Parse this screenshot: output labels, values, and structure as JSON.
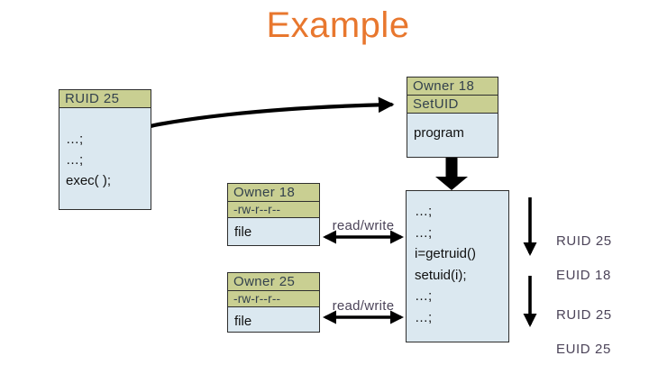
{
  "title": "Example",
  "colors": {
    "accent_orange": "#e8772e",
    "box_header_olive": "#c9cf92",
    "box_body_blue": "#dbe8f0",
    "box_border": "#2e2e2e",
    "header_text": "#33414d",
    "annotation_text": "#4c4459",
    "arrow_black": "#000000"
  },
  "process_box": {
    "header": "RUID 25",
    "lines": [
      "…;",
      "…;",
      "exec( );"
    ]
  },
  "program_box": {
    "owner": "Owner 18",
    "flag": "SetUID",
    "body": "program"
  },
  "file_box_1": {
    "owner": "Owner 18",
    "permissions": "-rw-r--r--",
    "name": "file"
  },
  "file_box_2": {
    "owner": "Owner 25",
    "permissions": "-rw-r--r--",
    "name": "file"
  },
  "code_box": {
    "lines": [
      "…;",
      "…;",
      "i=getruid()",
      "setuid(i);",
      "…;",
      "…;"
    ]
  },
  "arrow_labels": {
    "read_write_1": "read/write",
    "read_write_2": "read/write"
  },
  "state_labels": [
    {
      "line1": "RUID 25",
      "line2": "EUID 18"
    },
    {
      "line1": "RUID 25",
      "line2": "EUID 25"
    }
  ]
}
